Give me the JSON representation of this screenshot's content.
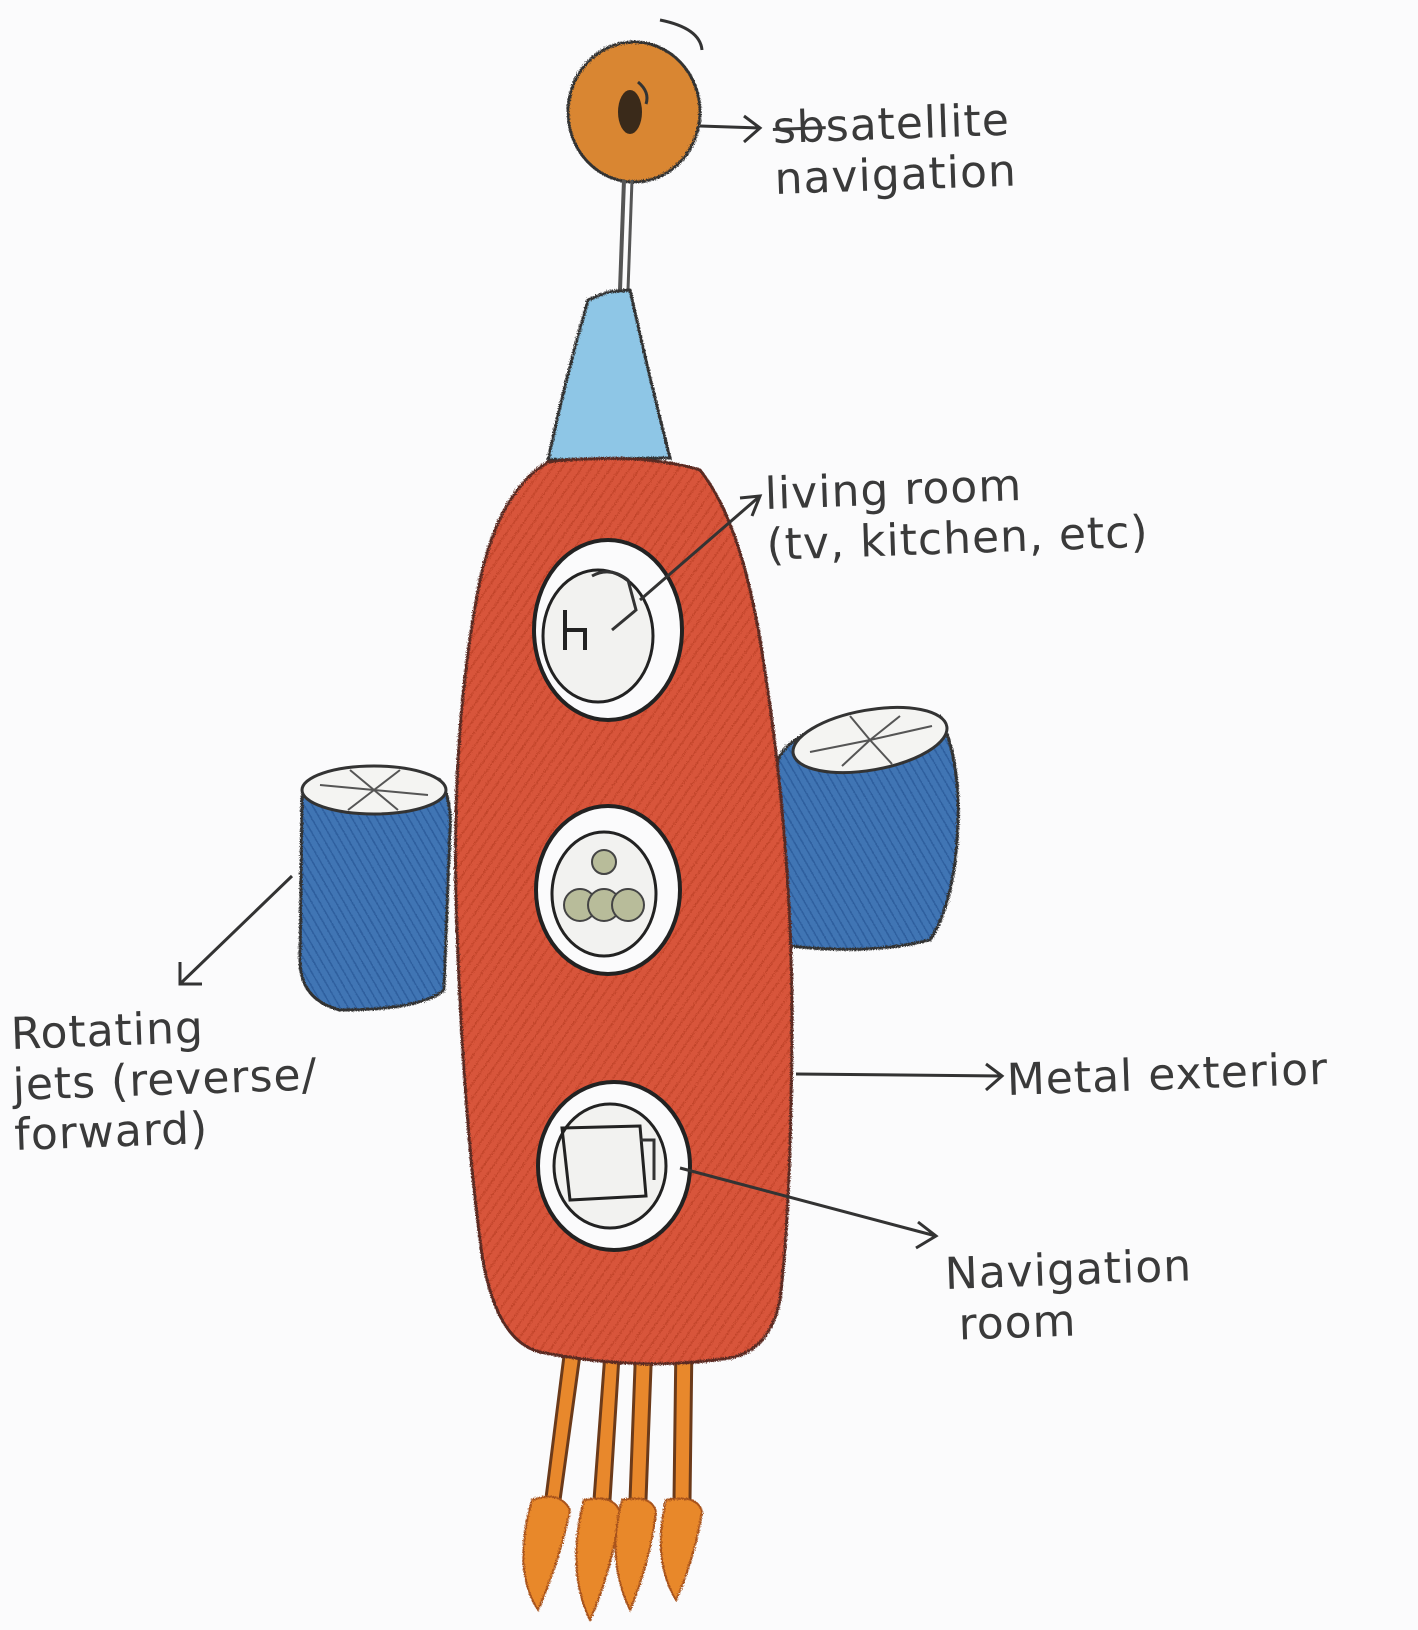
{
  "labels": {
    "satellite": {
      "struck": "sb",
      "line1": "satellite",
      "line2": "navigation"
    },
    "living_room": {
      "line1": "living room",
      "line2": "(tv, kitchen, etc)"
    },
    "rotating_jets": {
      "line1": "Rotating",
      "line2": "jets (reverse/",
      "line3": "forward)"
    },
    "metal_exterior": {
      "line1": "Metal exterior"
    },
    "navigation_room": {
      "line1": "Navigation",
      "line2": "room"
    }
  },
  "colors": {
    "paper": "#fbfbfc",
    "hull": "#d8553a",
    "nose_cone": "#8ec6e6",
    "jets": "#3f74b4",
    "dish": "#d98630",
    "exhaust": "#e8882c",
    "pencil": "#3a3a3a"
  }
}
